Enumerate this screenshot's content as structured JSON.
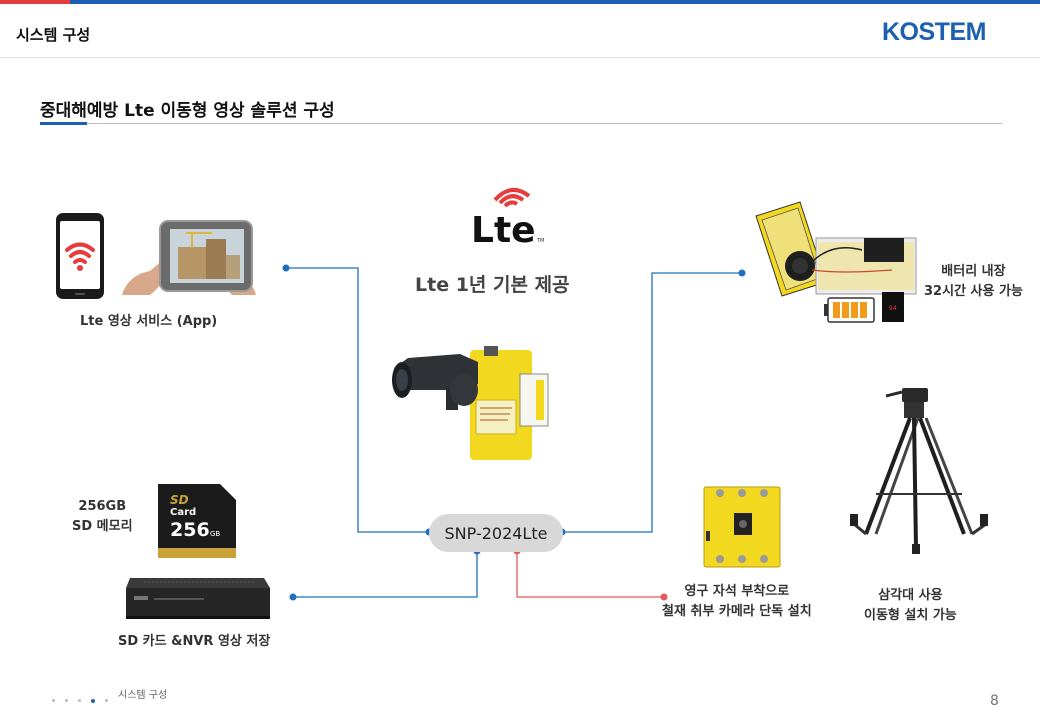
{
  "header": {
    "title": "시스템 구성",
    "logo": "KOSTEM"
  },
  "section": {
    "title": "중대해예방 Lte 이동형 영상 솔루션 구성"
  },
  "lte": {
    "logo_text": "Lte",
    "tm": "TM",
    "provide_label": "Lte 1년 기본 제공"
  },
  "app": {
    "label": "Lte 영상 서비스 (App)"
  },
  "battery": {
    "line1": "배터리 내장",
    "line2": "32시간 사용 가능",
    "battery_display": "94"
  },
  "sd": {
    "line1": "256GB",
    "line2": "SD 메모리",
    "card_sd": "SD",
    "card_word": "Card",
    "card_capacity": "256",
    "card_unit": "GB"
  },
  "nvr": {
    "label": "SD 카드 &NVR 영상 저장"
  },
  "device": {
    "name": "SNP-2024Lte"
  },
  "magnet": {
    "line1": "영구 자석 부착으로",
    "line2": "철재 취부 카메라 단독 설치"
  },
  "tripod": {
    "line1": "삼각대 사용",
    "line2": "이동형 설치 가능"
  },
  "footer": {
    "label": "시스템 구성",
    "page": "8"
  },
  "colors": {
    "brand_blue": "#1a5fb4",
    "accent_red": "#e63c3c",
    "connector_blue": "#1f6fc0",
    "connector_red": "#e65a5a",
    "device_yellow": "#f2d81e"
  }
}
